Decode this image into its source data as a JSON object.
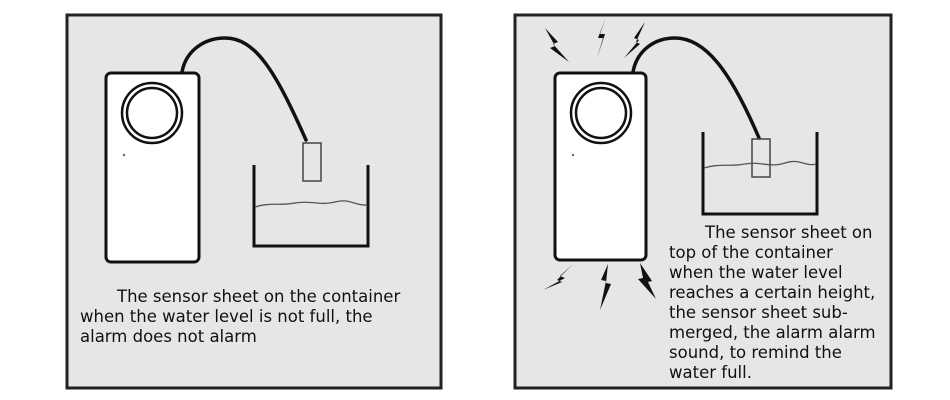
{
  "left_panel": {
    "state": "not-full",
    "caption_lines": [
      "The sensor sheet on the container",
      "when the water level is not full, the",
      "alarm does not alarm"
    ]
  },
  "right_panel": {
    "state": "full-alarm",
    "caption_lines": [
      "The sensor sheet on",
      "top of the container",
      "when the water level",
      "reaches a certain height,",
      "the sensor sheet sub-",
      "merged, the alarm alarm",
      "sound, to remind the",
      "water full."
    ]
  }
}
